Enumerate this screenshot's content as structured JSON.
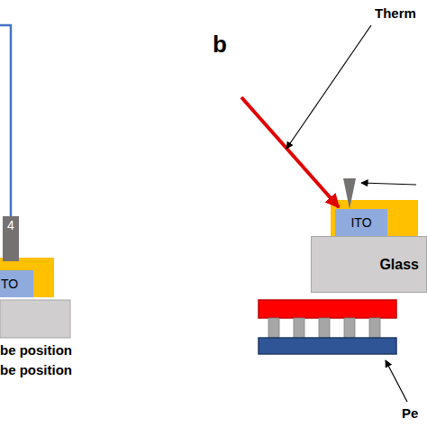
{
  "diagram": {
    "nodes": [
      {
        "text": [
          "4"
        ]
      },
      {
        "text": [
          "TO"
        ]
      },
      {
        "text": [
          "ITO"
        ]
      },
      {
        "text": [
          "Glass"
        ]
      }
    ],
    "labels": [
      "be position",
      "be position",
      "b",
      "Therm",
      "Pe"
    ]
  }
}
